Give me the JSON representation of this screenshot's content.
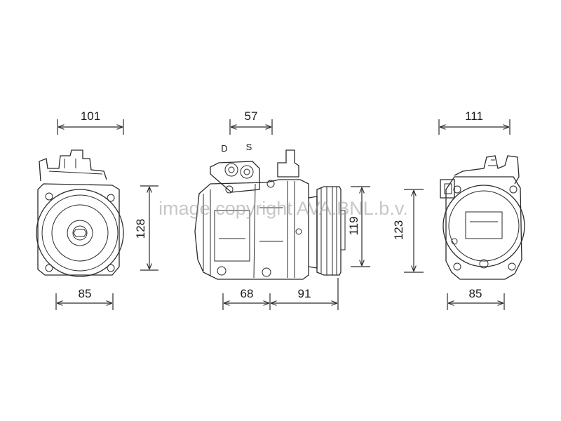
{
  "dimensions": {
    "left_top_width": "101",
    "left_height": "128",
    "left_bottom_width": "85",
    "center_top_width": "57",
    "center_height": "119",
    "center_bottom_left": "68",
    "center_bottom_right": "91",
    "right_top_width": "111",
    "right_height": "123",
    "right_bottom_width": "85"
  },
  "ports": {
    "discharge": "D",
    "suction": "S"
  },
  "watermark": "image copyright AVA.BNL.b.v."
}
